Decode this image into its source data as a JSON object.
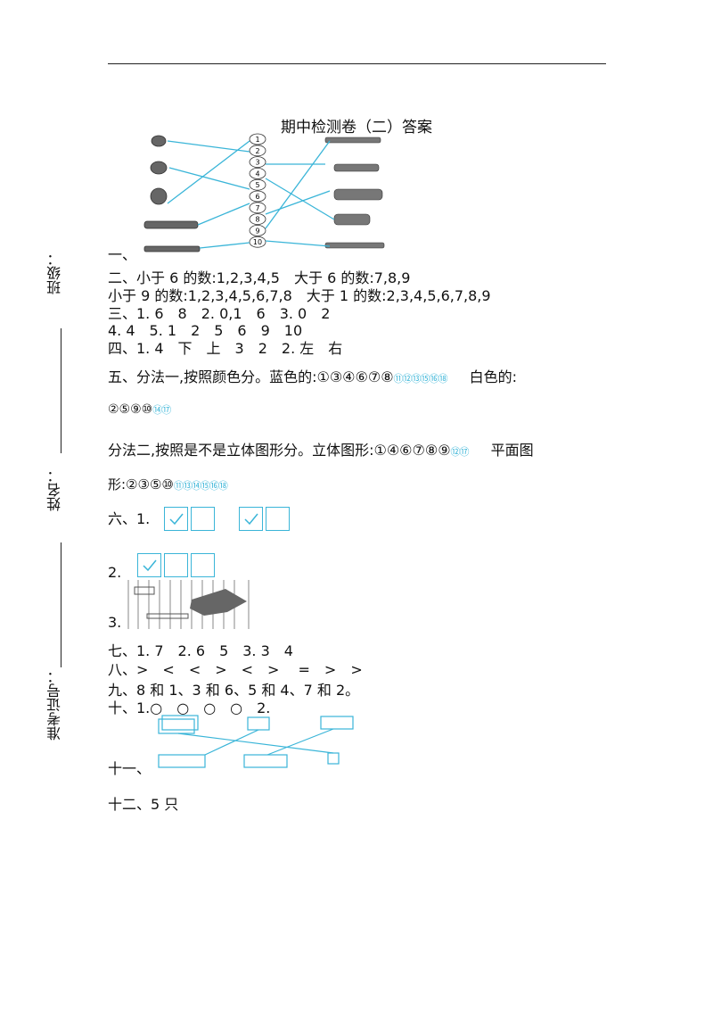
{
  "title": "期中检测卷（二）答案",
  "side": {
    "class_label": "班级：",
    "name_label": "姓名：",
    "id_label": "准考证号："
  },
  "q1": {
    "label": "一、"
  },
  "q2": {
    "line1": "二、小于 6 的数:1,2,3,4,5　大于 6 的数:7,8,9",
    "line2": "小于 9 的数:1,2,3,4,5,6,7,8　大于 1 的数:2,3,4,5,6,7,8,9"
  },
  "q3": {
    "line1": "三、1. 6　8　2. 0,1　6　3. 0　2",
    "line2": "4. 4　5. 1　2　5　6　9　10"
  },
  "q4": {
    "line1": "四、1. 4　下　上　3　2　2. 左　右"
  },
  "q5": {
    "line1_text": "五、分法一,按照颜色分。蓝色的:①③④⑥⑦⑧",
    "line1_cyan": "⑪⑫⑬⑮⑯⑱",
    "line1_end": "白色的:",
    "line2_text": "②⑤⑨⑩",
    "line2_cyan": "⑭⑰",
    "line3_text": "分法二,按照是不是立体图形分。立体图形:①④⑥⑦⑧⑨",
    "line3_cyan": "⑫⑰",
    "line3_end": "平面图",
    "line4_text": "形:②③⑤⑩",
    "line4_cyan": "⑪⑬⑭⑮⑯⑱"
  },
  "q6": {
    "label": "六、1.",
    "sub2": "2.",
    "sub3": "3."
  },
  "q7": {
    "line": "七、1. 7　2. 6　5　3. 3　4"
  },
  "q8": {
    "line": "八、>　<　<　>　<　>　 =　>　>"
  },
  "q9": {
    "line": "九、8 和 1、3 和 6、5 和 4、7 和 2。"
  },
  "q10": {
    "line": "十、1.○　○　○　○　2."
  },
  "q11": {
    "label": "十一、"
  },
  "q12": {
    "line": "十二、5 只"
  },
  "numbers": [
    "1",
    "2",
    "3",
    "4",
    "5",
    "6",
    "7",
    "8",
    "9",
    "10"
  ],
  "colors": {
    "accent": "#3ab5d8",
    "text": "#111111"
  }
}
